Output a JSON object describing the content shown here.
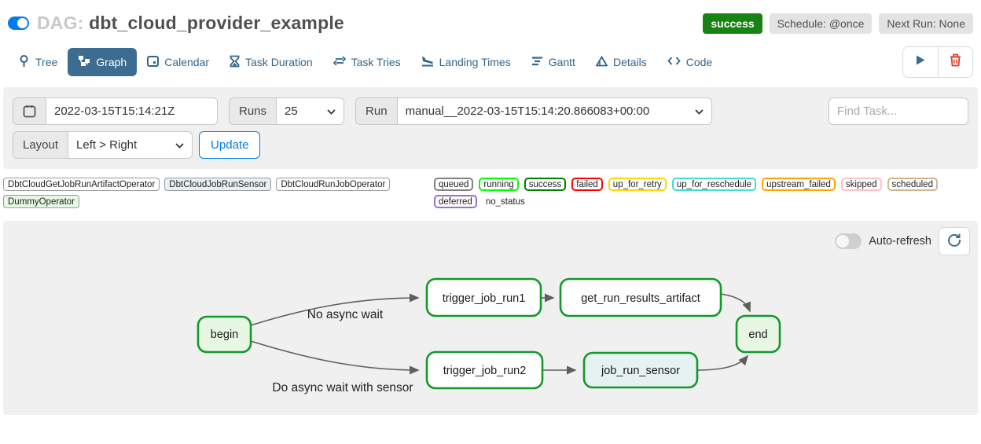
{
  "header": {
    "title_prefix": "DAG:",
    "dag_name": "dbt_cloud_provider_example",
    "dag_toggle_on": true,
    "status_badge": "success",
    "status_color": "#168312",
    "schedule_badge": "Schedule: @once",
    "next_run_badge": "Next Run: None"
  },
  "tabs": [
    {
      "label": "Tree",
      "active": false
    },
    {
      "label": "Graph",
      "active": true
    },
    {
      "label": "Calendar",
      "active": false
    },
    {
      "label": "Task Duration",
      "active": false
    },
    {
      "label": "Task Tries",
      "active": false
    },
    {
      "label": "Landing Times",
      "active": false
    },
    {
      "label": "Gantt",
      "active": false
    },
    {
      "label": "Details",
      "active": false
    },
    {
      "label": "Code",
      "active": false
    }
  ],
  "filters": {
    "base_date": "2022-03-15T15:14:21Z",
    "runs_label": "Runs",
    "runs_value": "25",
    "run_label": "Run",
    "run_value": "manual__2022-03-15T15:14:20.866083+00:00",
    "find_task_placeholder": "Find Task...",
    "layout_label": "Layout",
    "layout_value": "Left > Right",
    "update_label": "Update"
  },
  "legend": {
    "operators": [
      {
        "label": "DbtCloudGetJobRunArtifactOperator",
        "bg": "#ffffff"
      },
      {
        "label": "DbtCloudJobRunSensor",
        "bg": "#e6f1f2"
      },
      {
        "label": "DbtCloudRunJobOperator",
        "bg": "#ffffff"
      },
      {
        "label": "DummyOperator",
        "bg": "#e8f7e4"
      }
    ],
    "statuses": [
      {
        "label": "queued",
        "color": "#808080"
      },
      {
        "label": "running",
        "color": "#00ff00"
      },
      {
        "label": "success",
        "color": "#008000"
      },
      {
        "label": "failed",
        "color": "#ff0000"
      },
      {
        "label": "up_for_retry",
        "color": "#ffd700"
      },
      {
        "label": "up_for_reschedule",
        "color": "#40e0d0"
      },
      {
        "label": "upstream_failed",
        "color": "#ffa500"
      },
      {
        "label": "skipped",
        "color": "#ffc0cb"
      },
      {
        "label": "scheduled",
        "color": "#d2b48c"
      },
      {
        "label": "deferred",
        "color": "#9370db"
      },
      {
        "label": "no_status",
        "color": "none"
      }
    ]
  },
  "graph": {
    "auto_refresh_label": "Auto-refresh",
    "auto_refresh_on": false,
    "nodes": [
      {
        "id": "begin",
        "label": "begin",
        "fill": "#e8f7e4",
        "border": "#12982b"
      },
      {
        "id": "trigger_job_run1",
        "label": "trigger_job_run1",
        "fill": "#ffffff",
        "border": "#12982b"
      },
      {
        "id": "get_run_results_artifact",
        "label": "get_run_results_artifact",
        "fill": "#ffffff",
        "border": "#12982b"
      },
      {
        "id": "trigger_job_run2",
        "label": "trigger_job_run2",
        "fill": "#ffffff",
        "border": "#12982b"
      },
      {
        "id": "job_run_sensor",
        "label": "job_run_sensor",
        "fill": "#e6f1f2",
        "border": "#12982b"
      },
      {
        "id": "end",
        "label": "end",
        "fill": "#e8f7e4",
        "border": "#12982b"
      }
    ],
    "edge_labels": [
      {
        "text": "No async wait"
      },
      {
        "text": "Do async wait with sensor"
      }
    ]
  }
}
